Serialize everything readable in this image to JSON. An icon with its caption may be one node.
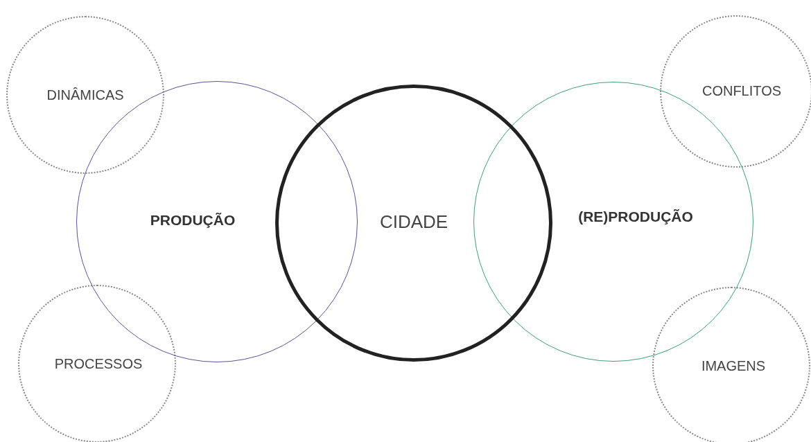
{
  "diagram": {
    "nodes": [
      {
        "text": [
          "DINÂMICAS"
        ]
      },
      {
        "text": [
          "PRODUÇÃO"
        ]
      },
      {
        "text": [
          "PROCESSOS"
        ]
      },
      {
        "text": [
          "CIDADE"
        ]
      },
      {
        "text": [
          "CONFLITOS"
        ]
      },
      {
        "text": [
          "(RE)PRODUÇÃO"
        ]
      },
      {
        "text": [
          "IMAGENS"
        ]
      }
    ],
    "edges": []
  }
}
